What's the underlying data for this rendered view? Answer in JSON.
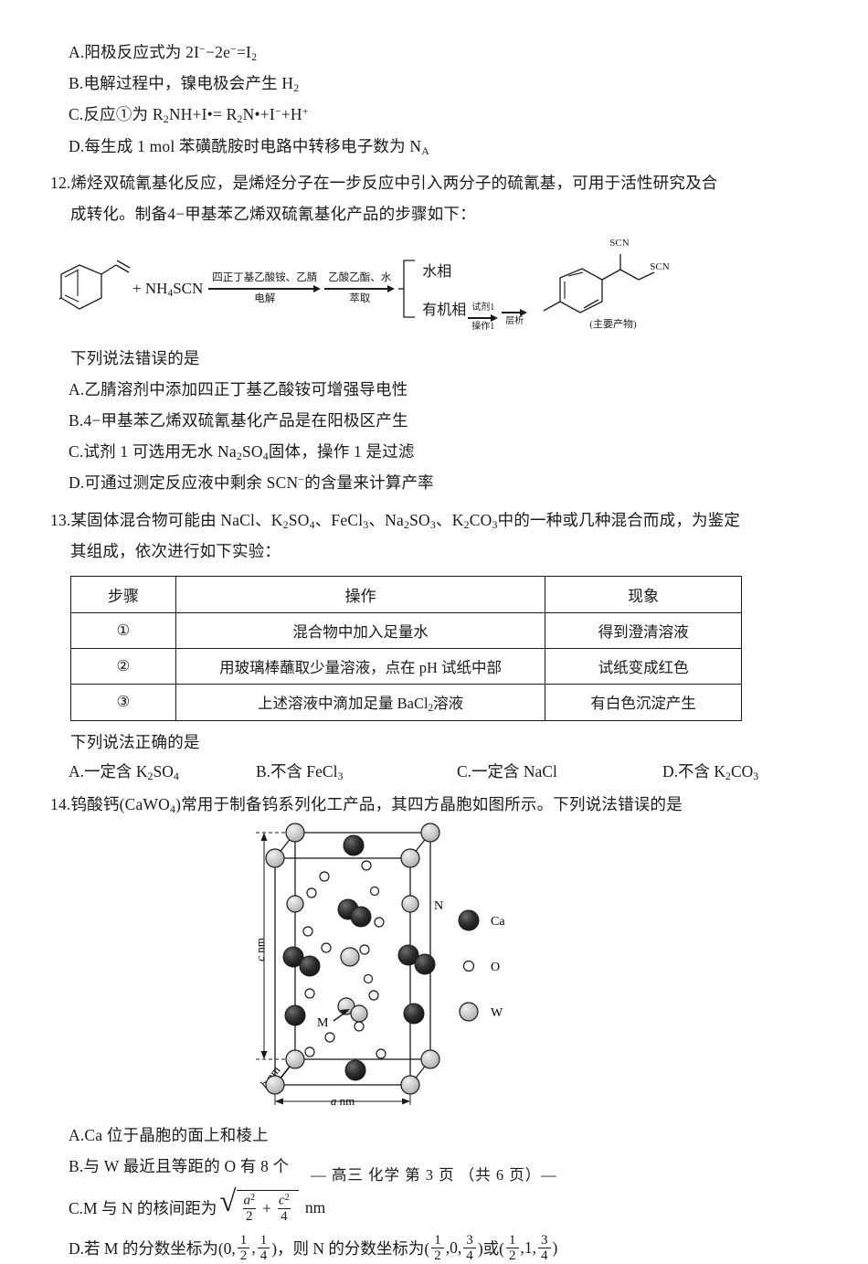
{
  "page": {
    "footer": "— 高三  化学  第 3 页 （共 6 页）—"
  },
  "q11_options": {
    "a_pre": "A.阳极反应式为 2I",
    "a_sup1": "−",
    "a_mid": "−2e",
    "a_sup2": "−",
    "a_eq": "=I",
    "a_sub": "2",
    "b_pre": "B.电解过程中，镍电极会产生 H",
    "b_sub": "2",
    "c_pre": "C.反应①为 R",
    "c_s1": "2",
    "c_m1": "NH+I•= R",
    "c_s2": "2",
    "c_m2": "N•+I",
    "c_sup1": "−",
    "c_m3": "+H",
    "c_sup2": "+",
    "d_pre": "D.每生成 1 mol 苯磺酰胺时电路中转移电子数为 N",
    "d_sub": "A"
  },
  "q12": {
    "number": "12.",
    "stem_line1": "烯烃双硫氰基化反应，是烯烃分子在一步反应中引入两分子的硫氰基，可用于活性研究及合",
    "stem_line2": "成转化。制备4−甲基苯乙烯双硫氰基化产品的步骤如下：",
    "scheme": {
      "reagent": "+ NH",
      "reagent_sub": "4",
      "reagent_rest": "SCN",
      "arrow1_above": "四正丁基乙酸铵、乙腈",
      "arrow1_below": "电解",
      "arrow2_above": "乙酸乙酯、水",
      "arrow2_below": "萃取",
      "phase_top": "水相",
      "phase_bottom": "有机相",
      "arrow3_above": "试剂1",
      "arrow3_below": "操作1",
      "arrow4_above": "",
      "arrow4_below": "层析",
      "product_scn_top": "SCN",
      "product_scn_right": "SCN",
      "product_note": "(主要产物)"
    },
    "prompt": "下列说法错误的是",
    "option_a": "A.乙腈溶剂中添加四正丁基乙酸铵可增强导电性",
    "option_b": "B.4−甲基苯乙烯双硫氰基化产品是在阳极区产生",
    "option_c_pre": "C.试剂 1 可选用无水 Na",
    "option_c_sub1": "2",
    "option_c_mid": "SO",
    "option_c_sub2": "4",
    "option_c_post": "固体，操作 1 是过滤",
    "option_d_pre": "D.可通过测定反应液中剩余 SCN",
    "option_d_sup": "−",
    "option_d_post": "的含量来计算产率"
  },
  "q13": {
    "number": "13.",
    "stem_pre": "某固体混合物可能由 NaCl、K",
    "stem_s1": "2",
    "stem_m1": "SO",
    "stem_s2": "4",
    "stem_m2": "、FeCl",
    "stem_s3": "3",
    "stem_m3": "、Na",
    "stem_s4": "2",
    "stem_m4": "SO",
    "stem_s5": "3",
    "stem_m5": "、K",
    "stem_s6": "2",
    "stem_m6": "CO",
    "stem_s7": "3",
    "stem_post": "中的一种或几种混合而成，为鉴定",
    "stem_line2": "其组成，依次进行如下实验：",
    "table": {
      "headers": [
        "步骤",
        "操作",
        "现象"
      ],
      "rows": [
        {
          "step": "①",
          "operation": "混合物中加入足量水",
          "phenomenon": "得到澄清溶液"
        },
        {
          "step": "②",
          "operation": "用玻璃棒蘸取少量溶液，点在 pH 试纸中部",
          "phenomenon": "试纸变成红色"
        },
        {
          "step": "③",
          "operation_pre": "上述溶液中滴加足量 BaCl",
          "operation_sub": "2",
          "operation_post": "溶液",
          "phenomenon": "有白色沉淀产生"
        }
      ]
    },
    "prompt": "下列说法正确的是",
    "option_a_pre": "A.一定含 K",
    "option_a_sub1": "2",
    "option_a_mid": "SO",
    "option_a_sub2": "4",
    "option_b_pre": "B.不含 FeCl",
    "option_b_sub": "3",
    "option_c": "C.一定含 NaCl",
    "option_d_pre": "D.不含 K",
    "option_d_sub1": "2",
    "option_d_mid": "CO",
    "option_d_sub2": "3"
  },
  "q14": {
    "number": "14.",
    "stem_pre": "钨酸钙(CaWO",
    "stem_sub": "4",
    "stem_post": ")常用于制备钨系列化工产品，其四方晶胞如图所示。下列说法错误的是",
    "figure": {
      "label_c": "c",
      "label_c_unit": " nm",
      "label_a": "a",
      "label_a_unit": " nm",
      "label_b": "b",
      "label_b_unit": " nm",
      "atom_m": "M",
      "atom_n": "N",
      "legend": [
        {
          "name": "Ca",
          "style": "dark"
        },
        {
          "name": "O",
          "style": "hollow"
        },
        {
          "name": "W",
          "style": "light"
        }
      ]
    },
    "option_a": "A.Ca 位于晶胞的面上和棱上",
    "option_b": "B.与 W 最近且等距的 O 有 8 个",
    "option_c_pre": "C.M 与 N 的核间距为",
    "option_c_f1_num": "a",
    "option_c_f1_num_sup": "2",
    "option_c_f1_den": "2",
    "option_c_plus": "+",
    "option_c_f2_num": "c",
    "option_c_f2_num_sup": "2",
    "option_c_f2_den": "4",
    "option_c_unit": "nm",
    "option_d_pre": "D.若 M 的分数坐标为(0,",
    "option_d_f1_num": "1",
    "option_d_f1_den": "2",
    "option_d_c1": ",",
    "option_d_f2_num": "1",
    "option_d_f2_den": "4",
    "option_d_mid": ")，则 N 的分数坐标为(",
    "option_d_f3_num": "1",
    "option_d_f3_den": "2",
    "option_d_c2": ",0,",
    "option_d_f4_num": "3",
    "option_d_f4_den": "4",
    "option_d_or": ")或(",
    "option_d_f5_num": "1",
    "option_d_f5_den": "2",
    "option_d_c3": ",1,",
    "option_d_f6_num": "3",
    "option_d_f6_den": "4",
    "option_d_end": ")"
  }
}
